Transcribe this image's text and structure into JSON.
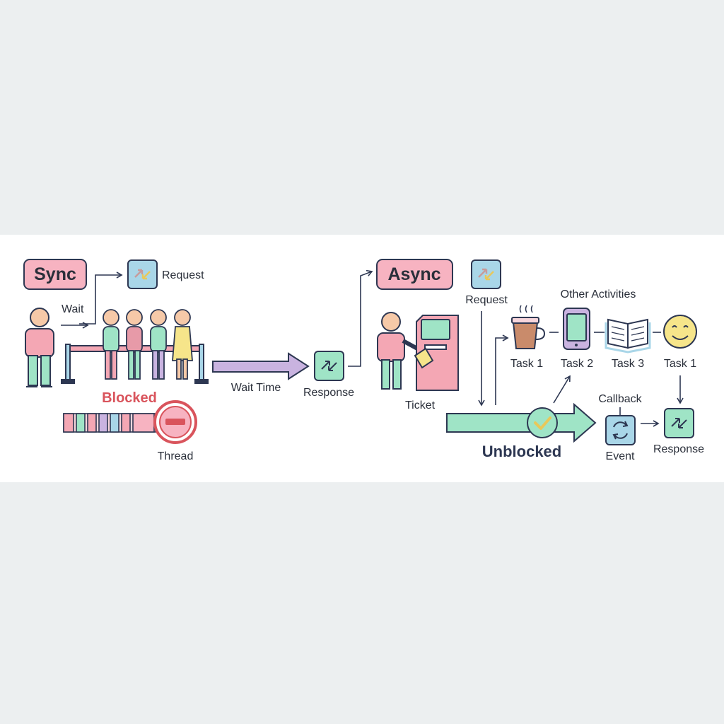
{
  "sync": {
    "title": "Sync",
    "wait": "Wait",
    "request": "Request",
    "blocked": "Blocked",
    "thread": "Thread",
    "wait_time": "Wait Time",
    "response": "Response"
  },
  "async": {
    "title": "Async",
    "request": "Request",
    "ticket": "Ticket",
    "other_activities": "Other Activities",
    "tasks": [
      "Task 1",
      "Task 2",
      "Task 3",
      "Task 1"
    ],
    "callback": "Callback",
    "event": "Event",
    "response": "Response",
    "unblocked": "Unblocked"
  },
  "colors": {
    "pink": "#f4a7b4",
    "mint": "#9fe4c6",
    "lavender": "#c9b3e0",
    "blue": "#a9d6e8",
    "red": "#d9545c",
    "yellow": "#f6e58a",
    "navy": "#2d3752"
  }
}
